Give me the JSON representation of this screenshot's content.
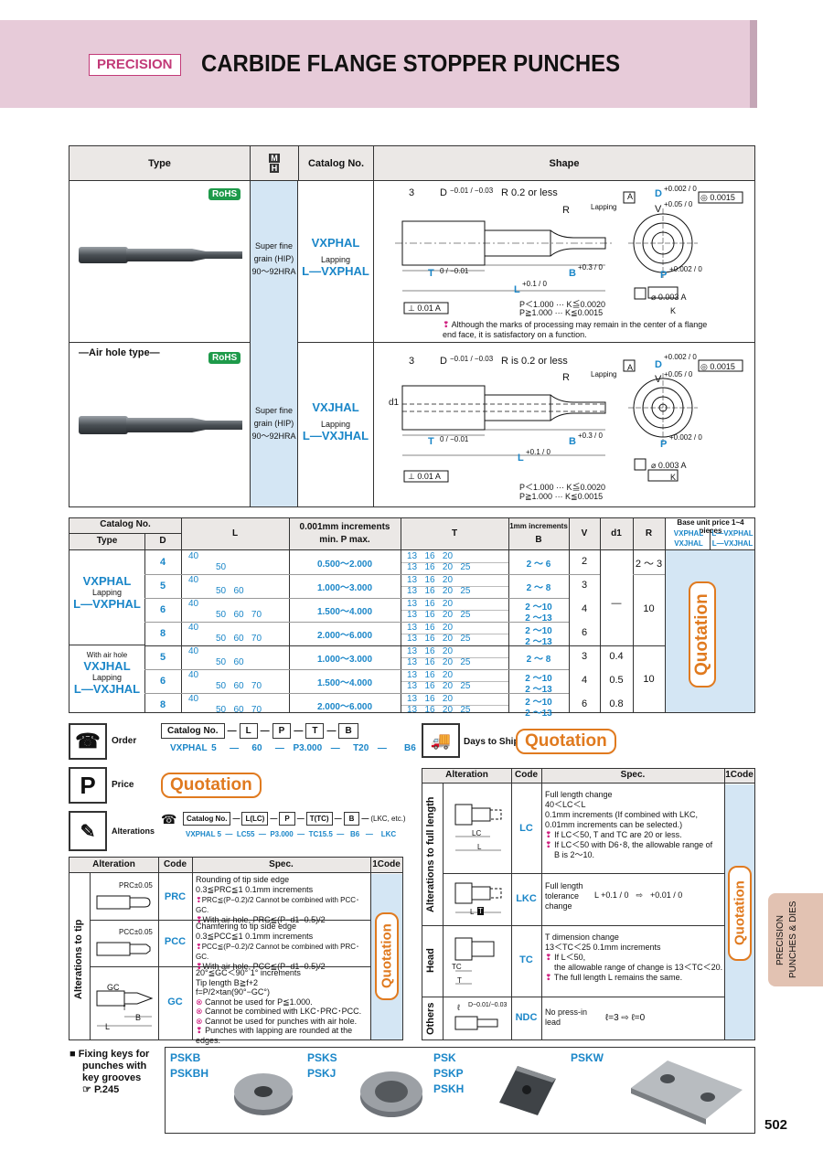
{
  "header": {
    "tag": "PRECISION",
    "title": "CARBIDE FLANGE STOPPER PUNCHES"
  },
  "top_table": {
    "col_type": "Type",
    "col_mh_m": "M",
    "col_mh_h": "H",
    "col_catalog": "Catalog No.",
    "col_shape": "Shape",
    "rows": [
      {
        "label": "",
        "rohs": "RoHS",
        "material": [
          "Super fine",
          "grain (HIP)",
          "90～92HRA"
        ],
        "cat1": "VXPHAL",
        "cat_mid": "Lapping",
        "cat2": "L—VXPHAL",
        "dims": {
          "d3": "3",
          "D": "D",
          "Dtol": "−0.01 / −0.03",
          "R02": "R 0.2 or less",
          "R": "R",
          "lap": "Lapping",
          "T": "T",
          "Ttol": "0 / −0.01",
          "B": "B",
          "Btol": "+0.3 / 0",
          "L": "L",
          "Ltol": "+0.1 / 0",
          "perp": "⊥ 0.01 A",
          "A": "A",
          "V": "V",
          "Vtol": "+0.05 / 0",
          "Dtop": "D",
          "Dtoptol": "+0.002 / 0",
          "box": "◎ 0.0015",
          "P": "P",
          "Ptol": "+0.002 / 0",
          "phi": "⌀ 0.003 A",
          "K": "K",
          "k1": "P＜1.000 ··· K≦0.0020",
          "k2": "P≧1.000 ··· K≦0.0015"
        },
        "note": "Although the marks of processing may remain in the center of a flange end face, it is satisfactory on a function."
      },
      {
        "label": "—Air hole type—",
        "rohs": "RoHS",
        "material": [
          "Super fine",
          "grain (HIP)",
          "90～92HRA"
        ],
        "cat1": "VXJHAL",
        "cat_mid": "Lapping",
        "cat2": "L—VXJHAL",
        "dims": {
          "d3": "3",
          "D": "D",
          "Dtol": "−0.01 / −0.03",
          "R02": "R is 0.2 or less",
          "R": "R",
          "lap": "Lapping",
          "d1": "d1",
          "T": "T",
          "Ttol": "0 / −0.01",
          "B": "B",
          "Btol": "+0.3 / 0",
          "L": "L",
          "Ltol": "+0.1 / 0",
          "perp": "⊥ 0.01 A",
          "A": "A",
          "V": "V",
          "Vtol": "+0.05 / 0",
          "Dtop": "D",
          "Dtoptol": "+0.002 / 0",
          "box": "◎ 0.0015",
          "P": "P",
          "Ptol": "+0.002 / 0",
          "phi": "⌀ 0.003 A",
          "K": "K",
          "k1": "P＜1.000 ··· K≦0.0020",
          "k2": "P≧1.000 ··· K≦0.0015"
        }
      }
    ]
  },
  "spec_table": {
    "h_catalog": "Catalog No.",
    "h_type": "Type",
    "h_D": "D",
    "h_L": "L",
    "h_P1": "0.001mm increments",
    "h_P2": "min. P max.",
    "h_T": "T",
    "h_B1": "1mm increments",
    "h_B2": "B",
    "h_V": "V",
    "h_d1": "d1",
    "h_R": "R",
    "h_price": "Base unit price  1~4 pieces",
    "h_price_a": "VXPHAL",
    "h_price_b": "L—VXPHAL",
    "h_price_c": "VXJHAL",
    "h_price_d": "L—VXJHAL",
    "group1": {
      "name1": "VXPHAL",
      "mid": "Lapping",
      "name2": "L—VXPHAL"
    },
    "group2": {
      "top": "With air hole",
      "name1": "VXJHAL",
      "mid": "Lapping",
      "name2": "L—VXJHAL"
    },
    "rows": [
      {
        "D": "4",
        "L1": "40",
        "L2": "50",
        "P": "0.500～2.000",
        "T1": "13   16   20",
        "T2": "13   16   20   25",
        "B": "2 ～ 6",
        "V": "2",
        "d1": "",
        "R": "2 ～ 3"
      },
      {
        "D": "5",
        "L1": "40",
        "L2": "50   60",
        "P": "1.000～3.000",
        "T1": "13   16   20",
        "T2": "13   16   20   25",
        "B": "2 ～ 8",
        "V": "3",
        "d1": "—",
        "R": ""
      },
      {
        "D": "6",
        "L1": "40",
        "L2": "50   60   70",
        "P": "1.500～4.000",
        "T1": "13   16   20",
        "T2": "13   16   20   25",
        "B1": "2 ～10",
        "B2": "2 ～13",
        "V": "4",
        "d1": "",
        "R": "10"
      },
      {
        "D": "8",
        "L1": "40",
        "L2": "50   60   70",
        "P": "2.000～6.000",
        "T1": "13   16   20",
        "T2": "13   16   20   25",
        "B1": "2 ～10",
        "B2": "2 ～13",
        "V": "6",
        "d1": "",
        "R": ""
      },
      {
        "D": "5",
        "L1": "40",
        "L2": "50   60",
        "P": "1.000～3.000",
        "T1": "13   16   20",
        "T2": "13   16   20   25",
        "B": "2 ～ 8",
        "V": "3",
        "d1": "0.4",
        "R": ""
      },
      {
        "D": "6",
        "L1": "40",
        "L2": "50   60   70",
        "P": "1.500～4.000",
        "T1": "13   16   20",
        "T2": "13   16   20   25",
        "B1": "2 ～10",
        "B2": "2 ～13",
        "V": "4",
        "d1": "0.5",
        "R": "10"
      },
      {
        "D": "8",
        "L1": "40",
        "L2": "50   60   70",
        "P": "2.000～6.000",
        "T1": "13   16   20",
        "T2": "13   16   20   25",
        "B1": "2 ～10",
        "B2": "2 ～13",
        "V": "6",
        "d1": "0.8",
        "R": ""
      }
    ],
    "quotation": "Quotation"
  },
  "order": {
    "label": "Order",
    "boxes": [
      "Catalog No.",
      "L",
      "P",
      "T",
      "B"
    ],
    "example": [
      "VXPHAL 5",
      "60",
      "P3.000",
      "T20",
      "B6"
    ]
  },
  "price": {
    "label": "Price",
    "quotation": "Quotation"
  },
  "ship": {
    "label": "Days to Ship",
    "quotation": "Quotation"
  },
  "alterations": {
    "label": "Alterations",
    "boxes": [
      "Catalog No.",
      "L(LC)",
      "P",
      "T(TC)",
      "B"
    ],
    "suffix": "(LKC, etc.)",
    "example": [
      "VXPHAL 5",
      "LC55",
      "P3.000",
      "TC15.5",
      "B6",
      "LKC"
    ]
  },
  "left_alt": {
    "h_alt": "Alteration",
    "h_code": "Code",
    "h_spec": "Spec.",
    "h_1code": "1Code",
    "side": "Alterations to tip",
    "rows": [
      {
        "code": "PRC",
        "fig": "PRC±0.05",
        "lines": [
          "Rounding of tip side edge",
          "0.3≦PRC≦1       0.1mm increments",
          "PRC≦(P−0.2)/2  Cannot be combined with PCC･GC.",
          "With air hole, PRC≦(P−d1−0.5)/2"
        ]
      },
      {
        "code": "PCC",
        "fig": "PCC±0.05",
        "lines": [
          "Chamfering to tip side edge",
          "0.3≦PCC≦1       0.1mm increments",
          "PCC≦(P−0.2)/2  Cannot be combined with PRC･GC.",
          "With air hole, PCC≦(P−d1−0.5)/2"
        ]
      },
      {
        "code": "GC",
        "fig": "GC",
        "figL": "L",
        "figB": "B",
        "figf": "f",
        "lines": [
          "20°≦GC＜90°  1° increments",
          "Tip length B≧f+2",
          "f=P/2×tan(90°−GC°)",
          "Cannot be used for P≦1.000.",
          "Cannot be combined with LKC･PRC･PCC.",
          "Cannot be used for punches with air hole.",
          "Punches with lapping are rounded at the edges."
        ]
      }
    ],
    "quotation": "Quotation"
  },
  "right_alt": {
    "h_alt": "Alteration",
    "h_code": "Code",
    "h_spec": "Spec.",
    "h_1code": "1Code",
    "side1": "Alterations to full length",
    "side2": "Head",
    "side3": "Others",
    "rows": [
      {
        "code": "LC",
        "figLC": "LC",
        "figL": "L",
        "lines": [
          "Full length change",
          "40＜LC＜L",
          "0.1mm increments (If combined with LKC,",
          "0.01mm increments can be selected.)",
          "If LC＜50, T and TC are 20 or less.",
          "If LC＜50 with D6･8, the allowable range of",
          "B is 2～10."
        ]
      },
      {
        "code": "LKC",
        "figL": "L",
        "figT": "T",
        "lines": [
          "Full length",
          "tolerance",
          "change"
        ],
        "tol1": "L +0.1 / 0",
        "arrow": "⇨",
        "tol2": "+0.01 / 0"
      },
      {
        "code": "TC",
        "figTC": "TC",
        "figT": "T",
        "lines": [
          "T dimension change",
          "13＜TC＜25       0.1mm increments",
          "If L＜50,",
          "the allowable range of change is 13＜TC＜20.",
          "The full length L remains the same."
        ]
      },
      {
        "code": "NDC",
        "figl": "ℓ",
        "figD": "D−0.01/−0.03",
        "lines": [
          "No press-in",
          "lead"
        ],
        "rule": "ℓ=3  ⇨  ℓ=0"
      }
    ],
    "quotation": "Quotation"
  },
  "keys": {
    "title": [
      "Fixing keys for",
      "punches with",
      "key grooves"
    ],
    "ref": "P.245",
    "groups": [
      {
        "a": "PSKB",
        "b": "PSKBH"
      },
      {
        "a": "PSKS",
        "b": "PSKJ"
      },
      {
        "a": "PSK",
        "b": "PSKP",
        "c": "PSKH"
      },
      {
        "a": "PSKW"
      }
    ]
  },
  "side_tab": [
    "PRECISION",
    "PUNCHES & DIES"
  ],
  "page_number": "502"
}
